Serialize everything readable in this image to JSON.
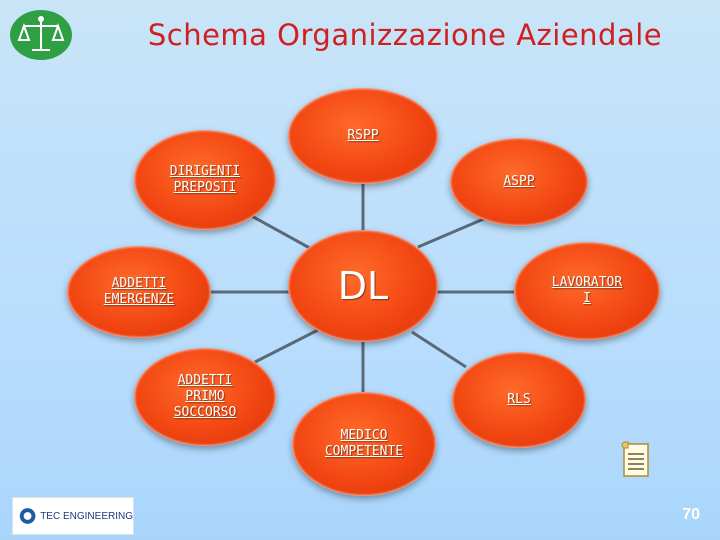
{
  "title": "Schema Organizzazione Aziendale",
  "center_node": "DL",
  "nodes": [
    {
      "id": "rspp",
      "label": "RSPP"
    },
    {
      "id": "aspp",
      "label": "ASPP"
    },
    {
      "id": "dirigenti",
      "label": "DIRIGENTI\nPREPOSTI"
    },
    {
      "id": "addetti_emergenze",
      "label": "ADDETTI\nEMERGENZE"
    },
    {
      "id": "lavoratori",
      "label": "LAVORATOR\nI"
    },
    {
      "id": "addetti_primo_soccorso",
      "label": "ADDETTI\nPRIMO\nSOCCORSO"
    },
    {
      "id": "rls",
      "label": "RLS"
    },
    {
      "id": "medico",
      "label": "MEDICO\nCOMPETENTE"
    }
  ],
  "footer": {
    "company_name": "TEC ENGINEERING",
    "page_number": "70"
  },
  "icons": {
    "top_left_logo": "scales-of-justice-icon",
    "document": "document-icon"
  },
  "colors": {
    "node_fill": "#f24612",
    "title": "#d11f1f",
    "logo_badge": "#2ea043",
    "connector": "#5a6a78"
  }
}
